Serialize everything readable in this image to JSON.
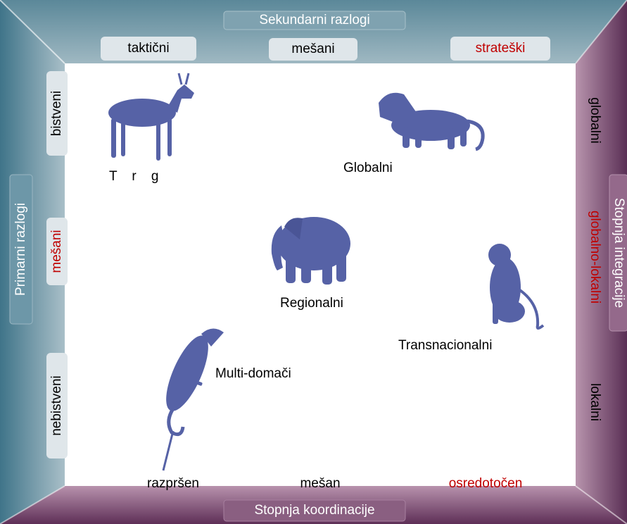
{
  "axes": {
    "top_title": "Sekundarni razlogi",
    "left_title": "Primarni razlogi",
    "right_title": "Stopnja integracije",
    "bottom_title": "Stopnja koordinacije"
  },
  "top_levels": [
    "taktični",
    "mešani",
    "strateški"
  ],
  "left_levels": [
    "bistveni",
    "mešani",
    "nebistveni"
  ],
  "right_levels": [
    "globalni",
    "globalno-lokalni",
    "lokalni"
  ],
  "bottom_levels": [
    "razpršen",
    "mešan",
    "osredotočen"
  ],
  "animals": [
    {
      "label": "T    r    g",
      "icon": "antelope-icon"
    },
    {
      "label": "Globalni",
      "icon": "lion-icon"
    },
    {
      "label": "Regionalni",
      "icon": "elephant-icon"
    },
    {
      "label": "Transnacionalni",
      "icon": "monkey-icon"
    },
    {
      "label": "Multi-domači",
      "icon": "chameleon-icon"
    }
  ],
  "colors": {
    "top_band": "#6f97a6",
    "left_band": "#4f7f94",
    "right_band": "#7a4e72",
    "bottom_band": "#6b3f62",
    "highlight": "#c00000",
    "animal": "#5662a6"
  }
}
